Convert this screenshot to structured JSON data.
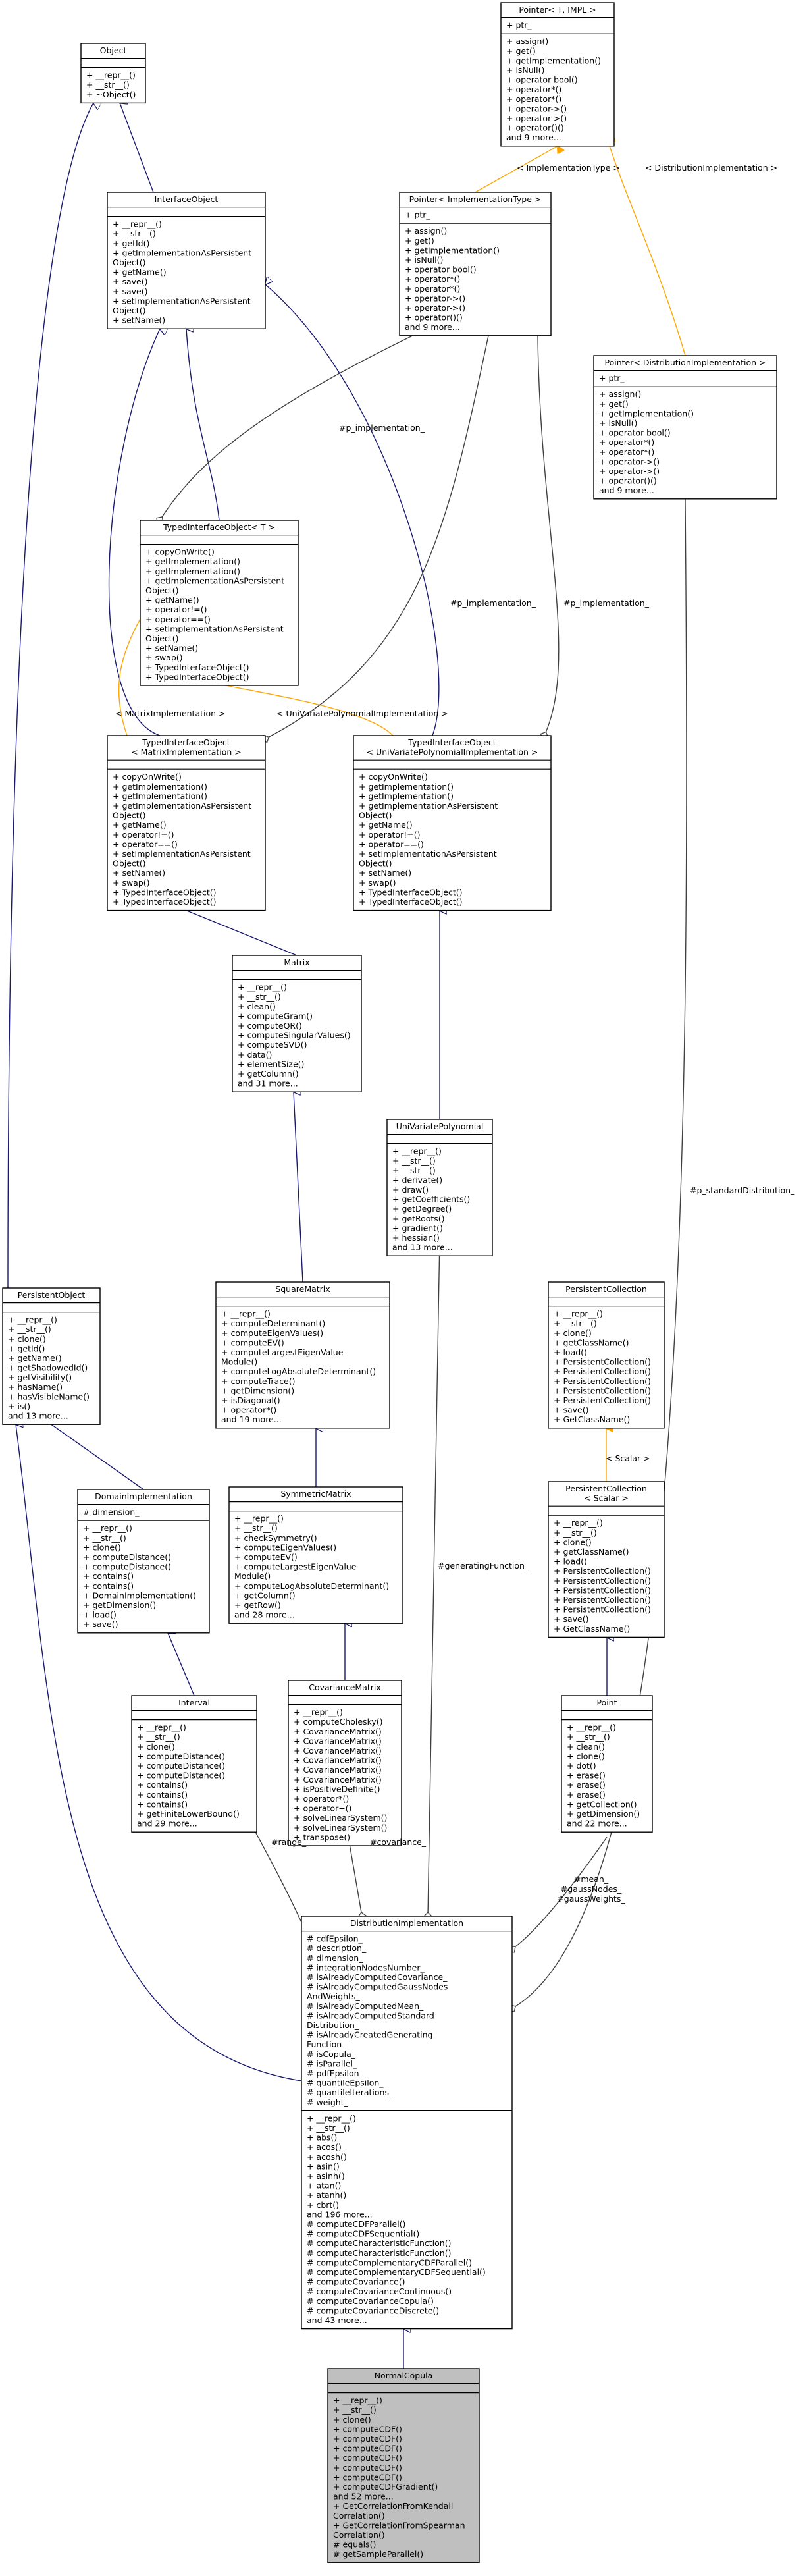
{
  "classes": [
    {
      "id": "Object",
      "title": [
        "Object"
      ],
      "attrs": [],
      "methods": [
        "+ __repr__()",
        "+ __str__()",
        "+ ~Object()"
      ],
      "highlight": false
    },
    {
      "id": "PointerT",
      "title": [
        "Pointer< T, IMPL >"
      ],
      "attrs": [
        "+ ptr_"
      ],
      "methods": [
        "+ assign()",
        "+ get()",
        "+ getImplementation()",
        "+ isNull()",
        "+ operator bool()",
        "+ operator*()",
        "+ operator*()",
        "+ operator->()",
        "+ operator->()",
        "+ operator()()",
        "and 9 more..."
      ],
      "highlight": false
    },
    {
      "id": "InterfaceObject",
      "title": [
        "InterfaceObject"
      ],
      "attrs": [],
      "methods": [
        "+ __repr__()",
        "+ __str__()",
        "+ getId()",
        "+ getImplementationAsPersistent",
        "Object()",
        "+ getName()",
        "+ save()",
        "+ save()",
        "+ setImplementationAsPersistent",
        "Object()",
        "+ setName()"
      ],
      "highlight": false
    },
    {
      "id": "PointerImplType",
      "title": [
        "Pointer< ImplementationType >"
      ],
      "attrs": [
        "+ ptr_"
      ],
      "methods": [
        "+ assign()",
        "+ get()",
        "+ getImplementation()",
        "+ isNull()",
        "+ operator bool()",
        "+ operator*()",
        "+ operator*()",
        "+ operator->()",
        "+ operator->()",
        "+ operator()()",
        "and 9 more..."
      ],
      "highlight": false
    },
    {
      "id": "PointerDistImpl",
      "title": [
        "Pointer< DistributionImplementation >"
      ],
      "attrs": [
        "+ ptr_"
      ],
      "methods": [
        "+ assign()",
        "+ get()",
        "+ getImplementation()",
        "+ isNull()",
        "+ operator bool()",
        "+ operator*()",
        "+ operator*()",
        "+ operator->()",
        "+ operator->()",
        "+ operator()()",
        "and 9 more..."
      ],
      "highlight": false
    },
    {
      "id": "TypedInterfaceObjectT",
      "title": [
        "TypedInterfaceObject< T >"
      ],
      "attrs": [],
      "methods": [
        "+ copyOnWrite()",
        "+ getImplementation()",
        "+ getImplementation()",
        "+ getImplementationAsPersistent",
        "Object()",
        "+ getName()",
        "+ operator!=()",
        "+ operator==()",
        "+ setImplementationAsPersistent",
        "Object()",
        "+ setName()",
        "+ swap()",
        "+ TypedInterfaceObject()",
        "+ TypedInterfaceObject()"
      ],
      "highlight": false
    },
    {
      "id": "TIOMatrix",
      "title": [
        "TypedInterfaceObject",
        "< MatrixImplementation >"
      ],
      "attrs": [],
      "methods": [
        "+ copyOnWrite()",
        "+ getImplementation()",
        "+ getImplementation()",
        "+ getImplementationAsPersistent",
        "Object()",
        "+ getName()",
        "+ operator!=()",
        "+ operator==()",
        "+ setImplementationAsPersistent",
        "Object()",
        "+ setName()",
        "+ swap()",
        "+ TypedInterfaceObject()",
        "+ TypedInterfaceObject()"
      ],
      "highlight": false
    },
    {
      "id": "TIOUniVar",
      "title": [
        "TypedInterfaceObject",
        "< UniVariatePolynomialImplementation >"
      ],
      "attrs": [],
      "methods": [
        "+ copyOnWrite()",
        "+ getImplementation()",
        "+ getImplementation()",
        "+ getImplementationAsPersistent",
        "Object()",
        "+ getName()",
        "+ operator!=()",
        "+ operator==()",
        "+ setImplementationAsPersistent",
        "Object()",
        "+ setName()",
        "+ swap()",
        "+ TypedInterfaceObject()",
        "+ TypedInterfaceObject()"
      ],
      "highlight": false
    },
    {
      "id": "Matrix",
      "title": [
        "Matrix"
      ],
      "attrs": [],
      "methods": [
        "+ __repr__()",
        "+ __str__()",
        "+ clean()",
        "+ computeGram()",
        "+ computeQR()",
        "+ computeSingularValues()",
        "+ computeSVD()",
        "+ data()",
        "+ elementSize()",
        "+ getColumn()",
        "and 31 more..."
      ],
      "highlight": false
    },
    {
      "id": "UniVariatePolynomial",
      "title": [
        "UniVariatePolynomial"
      ],
      "attrs": [],
      "methods": [
        "+ __repr__()",
        "+ __str__()",
        "+ __str__()",
        "+ derivate()",
        "+ draw()",
        "+ getCoefficients()",
        "+ getDegree()",
        "+ getRoots()",
        "+ gradient()",
        "+ hessian()",
        "and 13 more..."
      ],
      "highlight": false
    },
    {
      "id": "PersistentObject",
      "title": [
        "PersistentObject"
      ],
      "attrs": [],
      "methods": [
        "+ __repr__()",
        "+ __str__()",
        "+ clone()",
        "+ getId()",
        "+ getName()",
        "+ getShadowedId()",
        "+ getVisibility()",
        "+ hasName()",
        "+ hasVisibleName()",
        "+ is()",
        "and 13 more..."
      ],
      "highlight": false
    },
    {
      "id": "SquareMatrix",
      "title": [
        "SquareMatrix"
      ],
      "attrs": [],
      "methods": [
        "+ __repr__()",
        "+ computeDeterminant()",
        "+ computeEigenValues()",
        "+ computeEV()",
        "+ computeLargestEigenValue",
        "Module()",
        "+ computeLogAbsoluteDeterminant()",
        "+ computeTrace()",
        "+ getDimension()",
        "+ isDiagonal()",
        "+ operator*()",
        "and 19 more..."
      ],
      "highlight": false
    },
    {
      "id": "PersistentCollection",
      "title": [
        "PersistentCollection"
      ],
      "attrs": [],
      "methods": [
        "+ __repr__()",
        "+ __str__()",
        "+ clone()",
        "+ getClassName()",
        "+ load()",
        "+ PersistentCollection()",
        "+ PersistentCollection()",
        "+ PersistentCollection()",
        "+ PersistentCollection()",
        "+ PersistentCollection()",
        "+ save()",
        "+ GetClassName()"
      ],
      "highlight": false
    },
    {
      "id": "DomainImplementation",
      "title": [
        "DomainImplementation"
      ],
      "attrs": [
        "# dimension_"
      ],
      "methods": [
        "+ __repr__()",
        "+ __str__()",
        "+ clone()",
        "+ computeDistance()",
        "+ computeDistance()",
        "+ contains()",
        "+ contains()",
        "+ DomainImplementation()",
        "+ getDimension()",
        "+ load()",
        "+ save()"
      ],
      "highlight": false
    },
    {
      "id": "SymmetricMatrix",
      "title": [
        "SymmetricMatrix"
      ],
      "attrs": [],
      "methods": [
        "+ __repr__()",
        "+ __str__()",
        "+ checkSymmetry()",
        "+ computeEigenValues()",
        "+ computeEV()",
        "+ computeLargestEigenValue",
        "Module()",
        "+ computeLogAbsoluteDeterminant()",
        "+ getColumn()",
        "+ getRow()",
        "and 28 more..."
      ],
      "highlight": false
    },
    {
      "id": "PersistentCollectionScalar",
      "title": [
        "PersistentCollection",
        "< Scalar >"
      ],
      "attrs": [],
      "methods": [
        "+ __repr__()",
        "+ __str__()",
        "+ clone()",
        "+ getClassName()",
        "+ load()",
        "+ PersistentCollection()",
        "+ PersistentCollection()",
        "+ PersistentCollection()",
        "+ PersistentCollection()",
        "+ PersistentCollection()",
        "+ save()",
        "+ GetClassName()"
      ],
      "highlight": false
    },
    {
      "id": "Interval",
      "title": [
        "Interval"
      ],
      "attrs": [],
      "methods": [
        "+ __repr__()",
        "+ __str__()",
        "+ clone()",
        "+ computeDistance()",
        "+ computeDistance()",
        "+ computeDistance()",
        "+ contains()",
        "+ contains()",
        "+ contains()",
        "+ getFiniteLowerBound()",
        "and 29 more..."
      ],
      "highlight": false
    },
    {
      "id": "CovarianceMatrix",
      "title": [
        "CovarianceMatrix"
      ],
      "attrs": [],
      "methods": [
        "+ __repr__()",
        "+ computeCholesky()",
        "+ CovarianceMatrix()",
        "+ CovarianceMatrix()",
        "+ CovarianceMatrix()",
        "+ CovarianceMatrix()",
        "+ CovarianceMatrix()",
        "+ CovarianceMatrix()",
        "+ isPositiveDefinite()",
        "+ operator*()",
        "+ operator+()",
        "+ solveLinearSystem()",
        "+ solveLinearSystem()",
        "+ transpose()"
      ],
      "highlight": false
    },
    {
      "id": "Point",
      "title": [
        "Point"
      ],
      "attrs": [],
      "methods": [
        "+ __repr__()",
        "+ __str__()",
        "+ clean()",
        "+ clone()",
        "+ dot()",
        "+ erase()",
        "+ erase()",
        "+ erase()",
        "+ getCollection()",
        "+ getDimension()",
        "and 22 more..."
      ],
      "highlight": false
    },
    {
      "id": "DistributionImplementation",
      "title": [
        "DistributionImplementation"
      ],
      "attrs": [
        "# cdfEpsilon_",
        "# description_",
        "# dimension_",
        "# integrationNodesNumber_",
        "# isAlreadyComputedCovariance_",
        "# isAlreadyComputedGaussNodes",
        "AndWeights_",
        "# isAlreadyComputedMean_",
        "# isAlreadyComputedStandard",
        "Distribution_",
        "# isAlreadyCreatedGenerating",
        "Function_",
        "# isCopula_",
        "# isParallel_",
        "# pdfEpsilon_",
        "# quantileEpsilon_",
        "# quantileIterations_",
        "# weight_"
      ],
      "methods": [
        "+ __repr__()",
        "+ __str__()",
        "+ abs()",
        "+ acos()",
        "+ acosh()",
        "+ asin()",
        "+ asinh()",
        "+ atan()",
        "+ atanh()",
        "+ cbrt()",
        "and 196 more...",
        "# computeCDFParallel()",
        "# computeCDFSequential()",
        "# computeCharacteristicFunction()",
        "# computeCharacteristicFunction()",
        "# computeComplementaryCDFParallel()",
        "# computeComplementaryCDFSequential()",
        "# computeCovariance()",
        "# computeCovarianceContinuous()",
        "# computeCovarianceCopula()",
        "# computeCovarianceDiscrete()",
        "and 43 more..."
      ],
      "highlight": false
    },
    {
      "id": "NormalCopula",
      "title": [
        "NormalCopula"
      ],
      "attrs": [],
      "methods": [
        "+ __repr__()",
        "+ __str__()",
        "+ clone()",
        "+ computeCDF()",
        "+ computeCDF()",
        "+ computeCDF()",
        "+ computeCDF()",
        "+ computeCDF()",
        "+ computeCDF()",
        "+ computeCDFGradient()",
        "and 52 more...",
        "+ GetCorrelationFromKendall",
        "Correlation()",
        "+ GetCorrelationFromSpearman",
        "Correlation()",
        "# equals()",
        "# getSampleParallel()"
      ],
      "highlight": true
    }
  ],
  "edge_labels": {
    "implType": "< ImplementationType >",
    "distImpl": "< DistributionImplementation >",
    "pImpl1": "#p_implementation_",
    "pImpl2": "#p_implementation_",
    "pImpl3": "#p_implementation_",
    "matrixImpl": "< MatrixImplementation >",
    "uniVarImpl": "< UniVariatePolynomialImplementation >",
    "pStdDist": "#p_standardDistribution_",
    "genFunc": "#generatingFunction_",
    "scalar": "< Scalar >",
    "range": "#range_",
    "covariance": "#covariance_",
    "meanGauss": [
      "#mean_",
      "#gaussNodes_",
      "#gaussWeights_"
    ]
  },
  "colors": {
    "inheritance": "#191970",
    "template": "#ffa500",
    "usage": "#404040",
    "highlight_fill": "#bfbfbf"
  }
}
